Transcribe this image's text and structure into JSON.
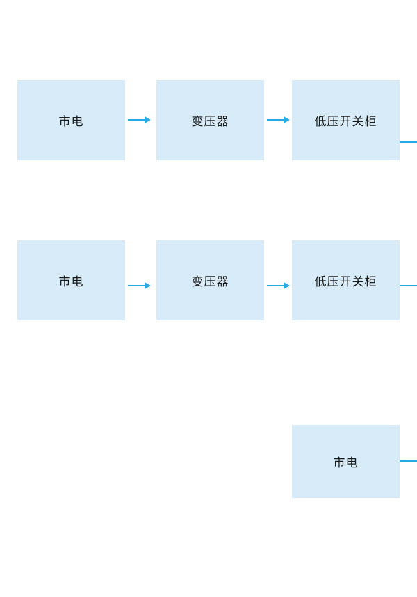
{
  "diagram": {
    "type": "flow",
    "colors": {
      "background": "#ffffff",
      "box_fill": "#d7ecf8",
      "arrow": "#29a9e1",
      "text": "#1a1a1a"
    },
    "rows": [
      {
        "boxes": [
          "市电",
          "变压器",
          "低压开关柜"
        ]
      },
      {
        "boxes": [
          "市电",
          "变压器",
          "低压开关柜"
        ]
      },
      {
        "boxes": [
          "市电"
        ]
      }
    ],
    "connections": [
      {
        "row": 1,
        "from": "市电",
        "to": "变压器",
        "type": "arrow"
      },
      {
        "row": 1,
        "from": "变压器",
        "to": "低压开关柜",
        "type": "arrow"
      },
      {
        "row": 1,
        "from": "低压开关柜",
        "to": "right-edge",
        "type": "line"
      },
      {
        "row": 2,
        "from": "市电",
        "to": "变压器",
        "type": "arrow"
      },
      {
        "row": 2,
        "from": "变压器",
        "to": "低压开关柜",
        "type": "arrow"
      },
      {
        "row": 2,
        "from": "低压开关柜",
        "to": "right-edge",
        "type": "line"
      },
      {
        "row": 3,
        "from": "市电",
        "to": "right-edge",
        "type": "line"
      }
    ]
  }
}
